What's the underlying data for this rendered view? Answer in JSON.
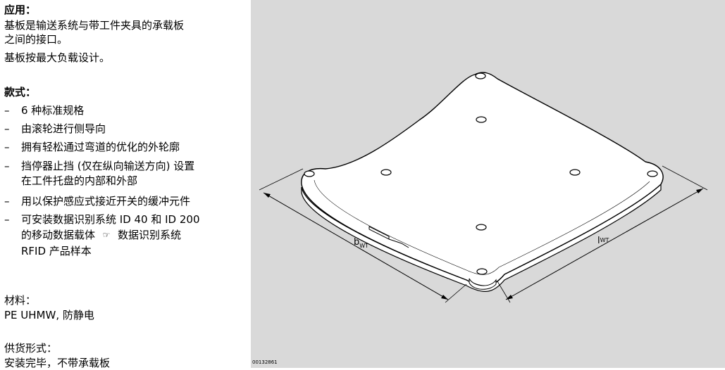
{
  "application": {
    "heading": "应用：",
    "lines": [
      "基板是输送系统与带工件夹具的承载板",
      "之间的接口。",
      "基板按最大负载设计。"
    ]
  },
  "design": {
    "heading": "款式：",
    "dash": "–",
    "items": [
      [
        "6 种标准规格"
      ],
      [
        "由滚轮进行侧导向"
      ],
      [
        "拥有轻松通过弯道的优化的外轮廓"
      ],
      [
        "挡停器止挡 (仅在纵向输送方向) 设置",
        "在工件托盘的内部和外部"
      ],
      [
        "用以保护感应式接近开关的缓冲元件"
      ],
      [
        "可安装数据识别系统 ID 40 和 ID 200",
        "的移动数据载体",
        "数据识别系统",
        "RFID 产品样本"
      ]
    ],
    "ref_icon": "pointing-hand-icon",
    "ref_glyph": "☞"
  },
  "material": {
    "label": "材料：",
    "value": "PE UHMW, 防静电"
  },
  "delivery": {
    "label": "供货形式：",
    "value": "安装完毕，不带承载板"
  },
  "figure": {
    "id": "00132861",
    "dim_width": {
      "main": "b",
      "sub": "WT"
    },
    "dim_length": {
      "main": "l",
      "sub": "WT"
    }
  }
}
